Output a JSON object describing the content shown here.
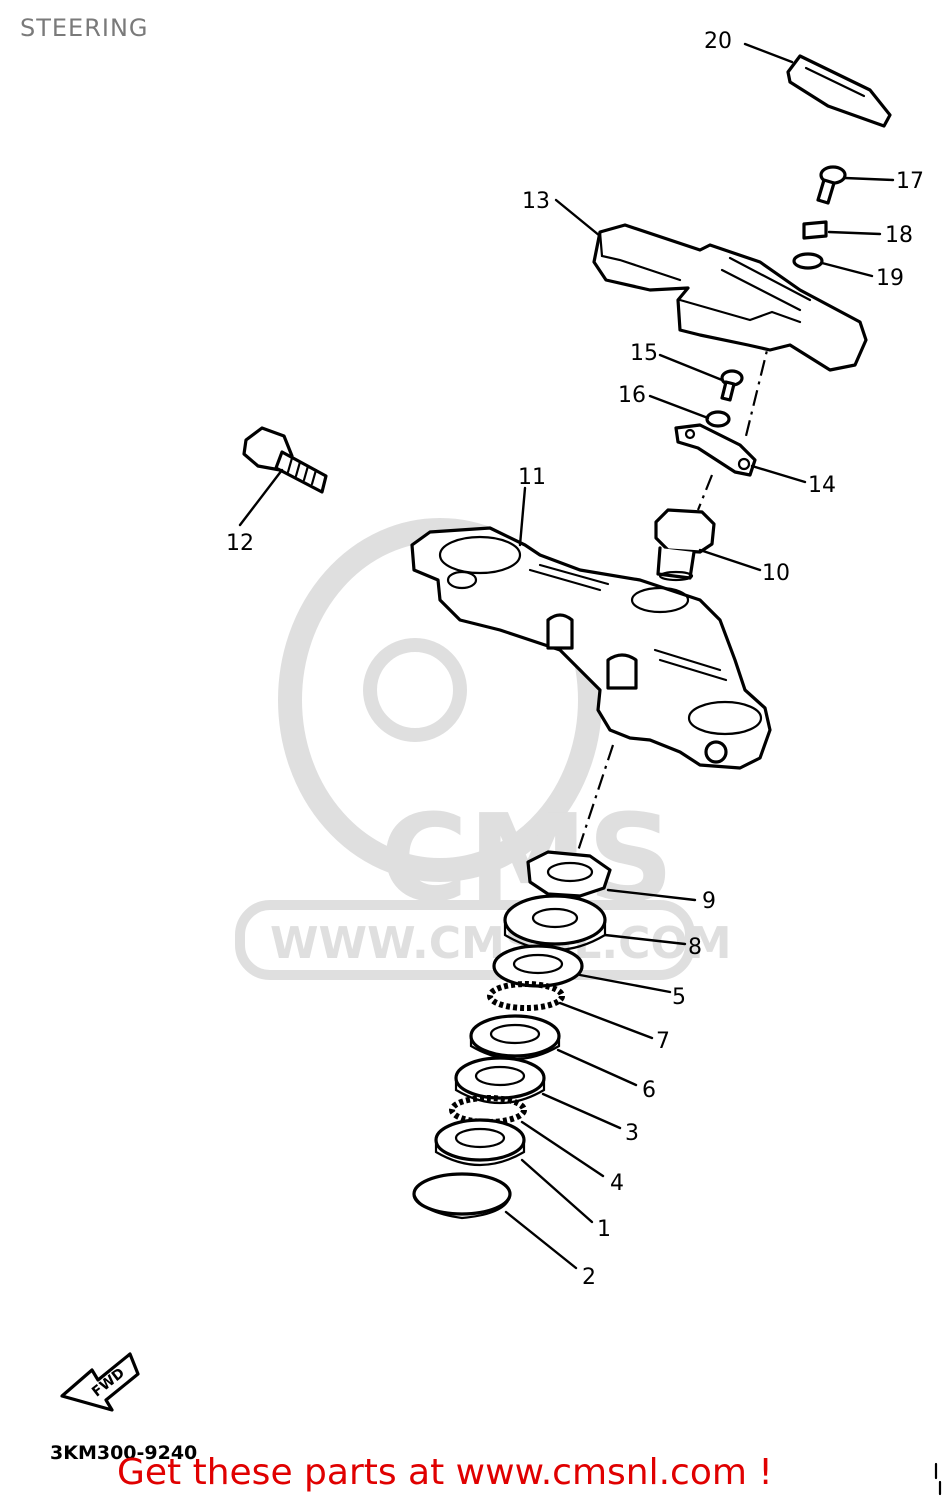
{
  "page": {
    "title": "STEERING",
    "part_code": "3KM300-9240",
    "footer_link": "Get these parts at www.cmsnl.com !"
  },
  "watermark": {
    "brand": "CMS",
    "url": "WWW.CMSNL.COM"
  },
  "fwd_label": "FWD",
  "callouts": [
    "1",
    "2",
    "3",
    "4",
    "5",
    "6",
    "7",
    "8",
    "9",
    "10",
    "11",
    "12",
    "13",
    "14",
    "15",
    "16",
    "17",
    "18",
    "19",
    "20"
  ]
}
